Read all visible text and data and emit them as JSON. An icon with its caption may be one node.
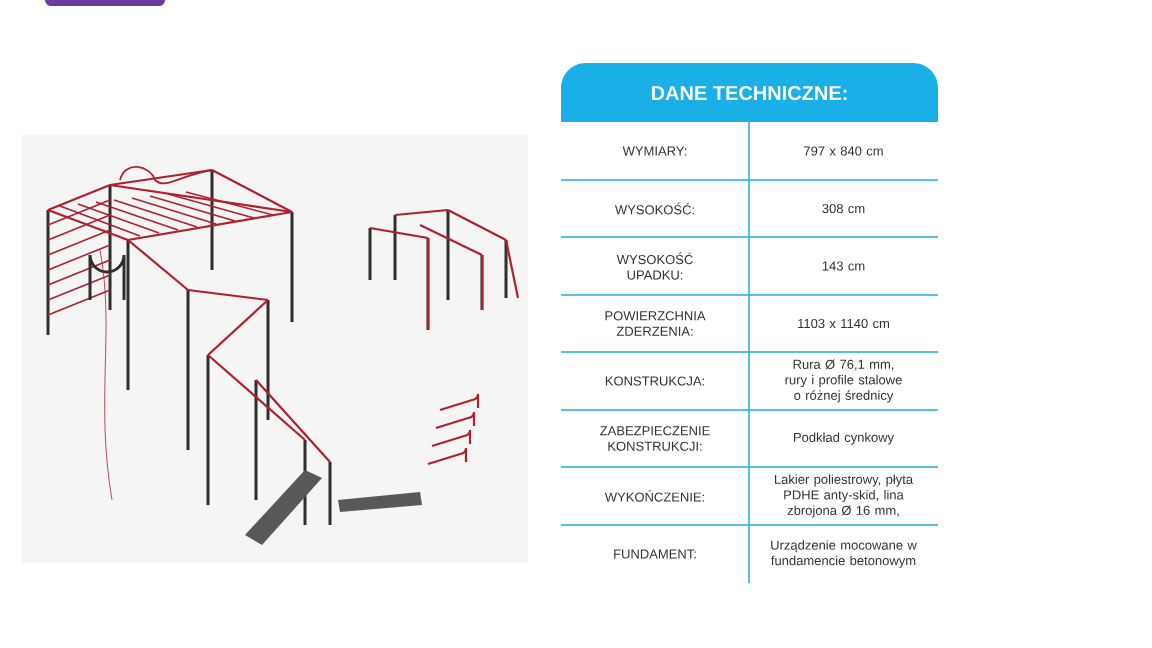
{
  "diagram": {
    "title": "DANE TECHNICZNE:",
    "labels": [
      "WYMIARY:",
      "797 x 840 cm",
      "WYSOKOŚĆ:",
      "308 cm",
      "WYSOKOŚĆ UPADKU:",
      "143 cm",
      "POWIERZCHNIA ZDERZENIA:",
      "1103 x 1140 cm",
      "KONSTRUKCJA:",
      "Rura Ø 76,1 mm, rury i profile stalowe o różnej średnicy",
      "ZABEZPIECZENIE KONSTRUKCJI:",
      "Podkład cynkowy",
      "WYKOŃCZENIE:",
      "Lakier poliestrowy, płyta PDHE anty-skid, lina zbrojona Ø 16 mm,",
      "FUNDAMENT:",
      "Urządzenie mocowane w fundamencie betonowym"
    ]
  }
}
